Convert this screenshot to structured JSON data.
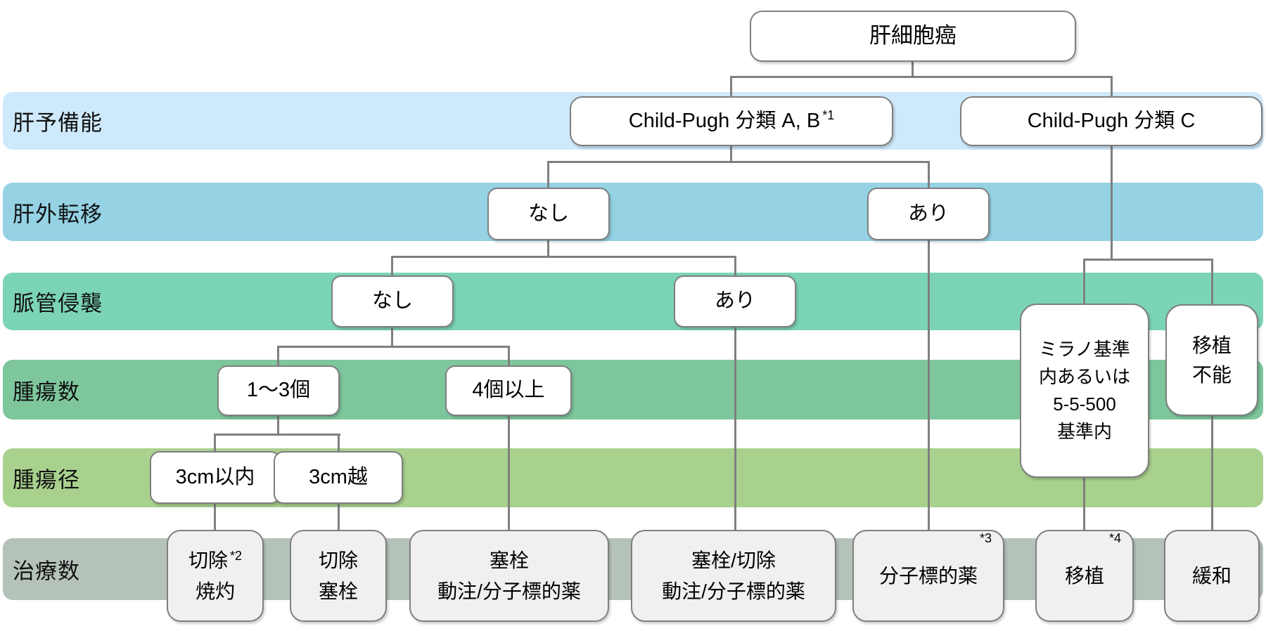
{
  "title": "肝細胞癌",
  "rows": [
    {
      "label": "肝予備能",
      "color": "#cee9fb"
    },
    {
      "label": "肝外転移",
      "color": "#94d2e4"
    },
    {
      "label": "脈管侵襲",
      "color": "#7cd4b6"
    },
    {
      "label": "腫瘍数",
      "color": "#7ec79d"
    },
    {
      "label": "腫瘍径",
      "color": "#a9d18e"
    },
    {
      "label": "治療数",
      "color": "#b5c2b9"
    }
  ],
  "nodes": {
    "cp_ab": {
      "label": "Child-Pugh 分類 A, B",
      "sup": "*1"
    },
    "cp_c": {
      "label": "Child-Pugh 分類 C"
    },
    "meta_nashi": {
      "label": "なし"
    },
    "meta_ari": {
      "label": "あり"
    },
    "vasc_nashi": {
      "label": "なし"
    },
    "vasc_ari": {
      "label": "あり"
    },
    "num_1_3": {
      "label": "1〜3個"
    },
    "num_4plus": {
      "label": "4個以上"
    },
    "size_3cm_in": {
      "label": "3cm以内"
    },
    "size_3cm_over": {
      "label": "3cm越"
    },
    "milan": {
      "line1": "ミラノ基準",
      "line2": "内あるいは",
      "line3": "5-5-500",
      "line4": "基準内"
    },
    "no_transplant": {
      "line1": "移植",
      "line2": "不能"
    }
  },
  "treatments": {
    "t1": {
      "line1": "切除",
      "sup": "*2",
      "line2": "焼灼"
    },
    "t2": {
      "line1": "切除",
      "line2": "塞栓"
    },
    "t3": {
      "line1": "塞栓",
      "line2": "動注/分子標的薬"
    },
    "t4": {
      "line1": "塞栓/切除",
      "line2": "動注/分子標的薬"
    },
    "t5": {
      "label": "分子標的薬",
      "sup": "*3"
    },
    "t6": {
      "label": "移植",
      "sup": "*4"
    },
    "t7": {
      "label": "緩和"
    }
  },
  "colors": {
    "connector": "#7f7f7f",
    "node_border": "#7f7f7f",
    "treatment_fill": "#f0f0f0",
    "band_liver_reserve": "#cee9fb",
    "band_extrahepatic_meta": "#94d2e4",
    "band_vascular_invasion": "#7cd4b6",
    "band_tumor_number": "#7ec79d",
    "band_tumor_size": "#a9d18e",
    "band_treatment": "#b5c2b9"
  }
}
